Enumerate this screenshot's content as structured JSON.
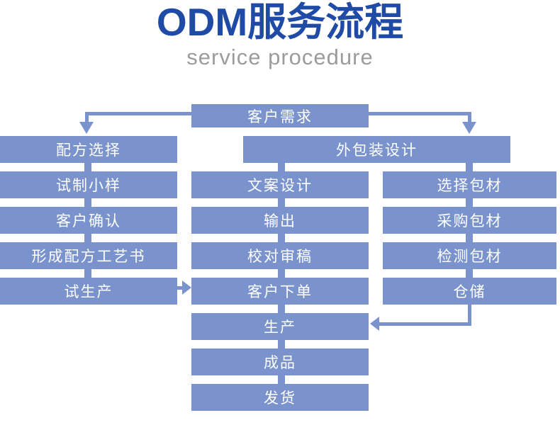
{
  "header": {
    "title": "ODM服务流程",
    "subtitle": "service procedure"
  },
  "colors": {
    "box_blue": "#7a93cd",
    "title_blue": "#1f4ba6",
    "subtitle_gray": "#9c9c9c",
    "box_text": "#ffffff"
  },
  "flowchart": {
    "top_box": "客户需求",
    "left_column": [
      "配方选择",
      "试制小样",
      "客户确认",
      "形成配方工艺书",
      "试生产"
    ],
    "packaging_header": "外包装设计",
    "middle_column": [
      "文案设计",
      "输出",
      "校对审稿",
      "客户下单",
      "生产",
      "成品",
      "发货"
    ],
    "right_column": [
      "选择包材",
      "采购包材",
      "检测包材",
      "仓储"
    ]
  }
}
